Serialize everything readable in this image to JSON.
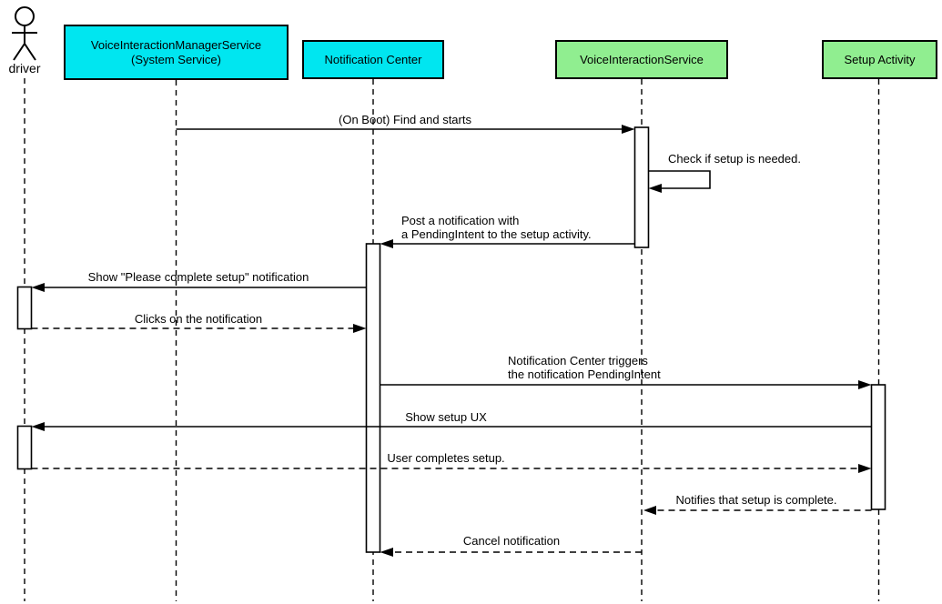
{
  "diagram_type": "uml-sequence-diagram",
  "colors": {
    "system_box_fill": "#00E6F0",
    "service_box_fill": "#90EE90",
    "line": "#000000",
    "background": "#FFFFFF",
    "activation_fill": "#FFFFFF"
  },
  "participants": [
    {
      "id": "driver",
      "kind": "actor",
      "label": "driver"
    },
    {
      "id": "voice-interaction-manager-service",
      "kind": "box",
      "label": "VoiceInteractionManagerService\n(System Service)",
      "fill": "#00E6F0"
    },
    {
      "id": "notification-center",
      "kind": "box",
      "label": "Notification Center",
      "fill": "#00E6F0"
    },
    {
      "id": "voice-interaction-service",
      "kind": "box",
      "label": "VoiceInteractionService",
      "fill": "#90EE90"
    },
    {
      "id": "setup-activity",
      "kind": "box",
      "label": "Setup Activity",
      "fill": "#90EE90"
    }
  ],
  "messages": [
    {
      "n": 1,
      "label": "(On Boot) Find and starts",
      "from": "VoiceInteractionManagerService (System Service)",
      "to": "VoiceInteractionService",
      "line": "solid",
      "self": false
    },
    {
      "n": 2,
      "label": "Check if setup is needed.",
      "from": "VoiceInteractionService",
      "to": "VoiceInteractionService",
      "line": "solid",
      "self": true
    },
    {
      "n": 3,
      "label": "Post a notification with\na PendingIntent to the setup activity.",
      "from": "VoiceInteractionService",
      "to": "Notification Center",
      "line": "solid",
      "self": false
    },
    {
      "n": 4,
      "label": "Show \"Please complete setup\" notification",
      "from": "Notification Center",
      "to": "driver",
      "line": "solid",
      "self": false
    },
    {
      "n": 5,
      "label": "Clicks on the notification",
      "from": "driver",
      "to": "Notification Center",
      "line": "dashed",
      "self": false
    },
    {
      "n": 6,
      "label": "Notification Center triggers\nthe notification PendingIntent",
      "from": "Notification Center",
      "to": "Setup Activity",
      "line": "solid",
      "self": false
    },
    {
      "n": 7,
      "label": "Show setup UX",
      "from": "Setup Activity",
      "to": "driver",
      "line": "solid",
      "self": false
    },
    {
      "n": 8,
      "label": "User completes setup.",
      "from": "driver",
      "to": "Setup Activity",
      "line": "dashed",
      "self": false
    },
    {
      "n": 9,
      "label": "Notifies that setup is complete.",
      "from": "Setup Activity",
      "to": "VoiceInteractionService",
      "line": "dashed",
      "self": false
    },
    {
      "n": 10,
      "label": "Cancel notification",
      "from": "VoiceInteractionService",
      "to": "Notification Center",
      "line": "dashed",
      "self": false
    }
  ]
}
